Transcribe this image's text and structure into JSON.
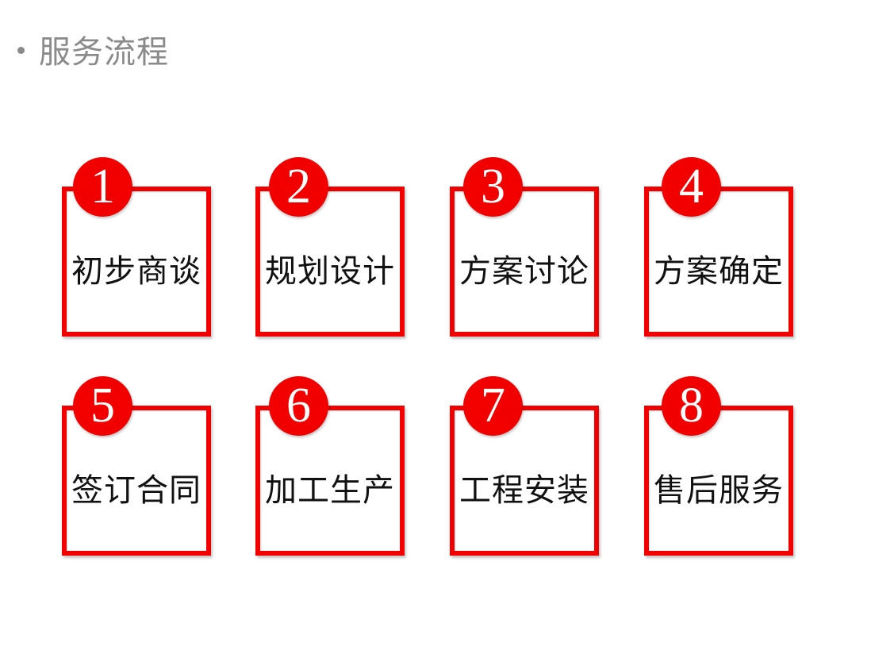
{
  "heading": {
    "bullet": "•",
    "title": "服务流程"
  },
  "accent_color": "#f20000",
  "steps": [
    {
      "number": "1",
      "label": "初步商谈"
    },
    {
      "number": "2",
      "label": "规划设计"
    },
    {
      "number": "3",
      "label": "方案讨论"
    },
    {
      "number": "4",
      "label": "方案确定"
    },
    {
      "number": "5",
      "label": "签订合同"
    },
    {
      "number": "6",
      "label": "加工生产"
    },
    {
      "number": "7",
      "label": "工程安装"
    },
    {
      "number": "8",
      "label": "售后服务"
    }
  ]
}
